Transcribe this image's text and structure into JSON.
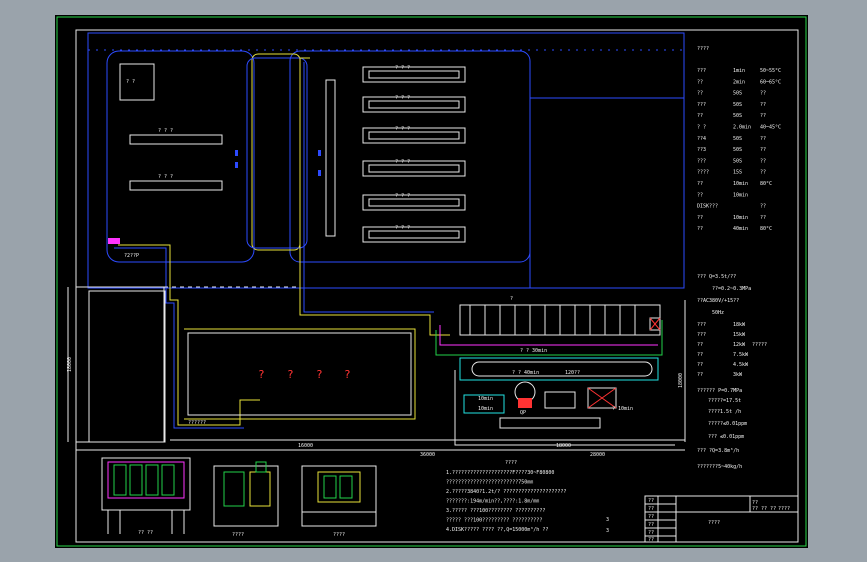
{
  "drawing": {
    "plan_labels": {
      "box_top_left": "? ?",
      "room_top_label1": "? ? ?",
      "room_top_label2": "? ? ?",
      "tanks": [
        "? ? ?",
        "? ? ?",
        "? ? ?",
        "? ? ?",
        "? ? ?",
        "? ? ?"
      ],
      "pink_label": "?2??P",
      "red_marks": [
        "?",
        "?",
        "?",
        "?"
      ],
      "storage_label": "??????",
      "line_mid_label": "?",
      "conveyor_upper": "? ? 30min",
      "conveyor_lower": "? ? 40min",
      "conveyor_lower2": "120??",
      "small_10min_a": "10min",
      "small_10min_b": "10min",
      "qp_label": "QP",
      "label_10min_right": "? 10min"
    },
    "dimensions": {
      "left_vertical": "18000",
      "right_vertical": "18000",
      "bottom_1": "16000",
      "bottom_2": "18000",
      "bottom_3": "36000",
      "bottom_4": "28000"
    },
    "spec_table": {
      "header": "????",
      "rows": [
        {
          "name": "???",
          "time": "1min",
          "temp": "50~55°C"
        },
        {
          "name": "??",
          "time": "2min",
          "temp": "60~65°C"
        },
        {
          "name": "??",
          "time": "50S",
          "temp": "??"
        },
        {
          "name": "???",
          "time": "50S",
          "temp": "??"
        },
        {
          "name": "??",
          "time": "50S",
          "temp": "??"
        },
        {
          "name": "? ?",
          "time": "2.0min",
          "temp": "40~45°C"
        },
        {
          "name": "??4",
          "time": "50S",
          "temp": "??"
        },
        {
          "name": "??3",
          "time": "50S",
          "temp": "??"
        },
        {
          "name": "???",
          "time": "50S",
          "temp": "??"
        },
        {
          "name": "????",
          "time": "15S",
          "temp": "??"
        },
        {
          "name": "??",
          "time": "10min",
          "temp": "80°C"
        },
        {
          "name": "??",
          "time": "10min",
          "temp": ""
        },
        {
          "name": "DISK???",
          "time": "",
          "temp": "??"
        },
        {
          "name": "??",
          "time": "10min",
          "temp": "??"
        },
        {
          "name": "??",
          "time": "40min",
          "temp": "80°C"
        }
      ]
    },
    "utilities": {
      "line1": "???  Q=3.5t/??",
      "line2": "??=0.2~0.3MPa",
      "line3": "??AC380V/+15??",
      "line4": "50Hz",
      "power": [
        {
          "name": "???",
          "value": "18kW",
          "extra": ""
        },
        {
          "name": "???",
          "value": "15kW",
          "extra": ""
        },
        {
          "name": "??",
          "value": "12kW",
          "extra": "?????"
        },
        {
          "name": "??",
          "value": "7.5kW",
          "extra": ""
        },
        {
          "name": "??",
          "value": "4.5kW",
          "extra": ""
        },
        {
          "name": "??",
          "value": "3kW",
          "extra": ""
        }
      ],
      "air1": "??????  P=0.7MPa",
      "air2": "?????=17.5t",
      "air3": "????1.5t /h",
      "air4": "?????≤0.01ppm",
      "air5": "???    ≤0.01ppm",
      "water": "???  ?Q=3.8m³/h",
      "gas": "???????5~40kg/h"
    },
    "section_labels": {
      "left": "?? ??",
      "mid": "????",
      "right": "????",
      "top_mid": "??"
    },
    "notes": {
      "title": "????",
      "lines": [
        "1.????????????????????F????30~F80800",
        "  ????????????????????????750mm",
        "2.?????3840?1.2t/?      ?????????????????????",
        "  ???????:194m/min??,????:1.8m/mm",
        "3.?????  ???100???????? ??????????",
        "  ?????  ???100????????? ??????????",
        "4.DISK?????  ????  ??,Q=15000m³/h ??"
      ],
      "marks": [
        "3",
        "3"
      ]
    },
    "title_block": {
      "title": "????",
      "cells": [
        "??",
        "??",
        "??",
        "??",
        "??",
        "??"
      ],
      "top_cells": [
        "??",
        "?? ?? ??",
        "????"
      ]
    }
  }
}
